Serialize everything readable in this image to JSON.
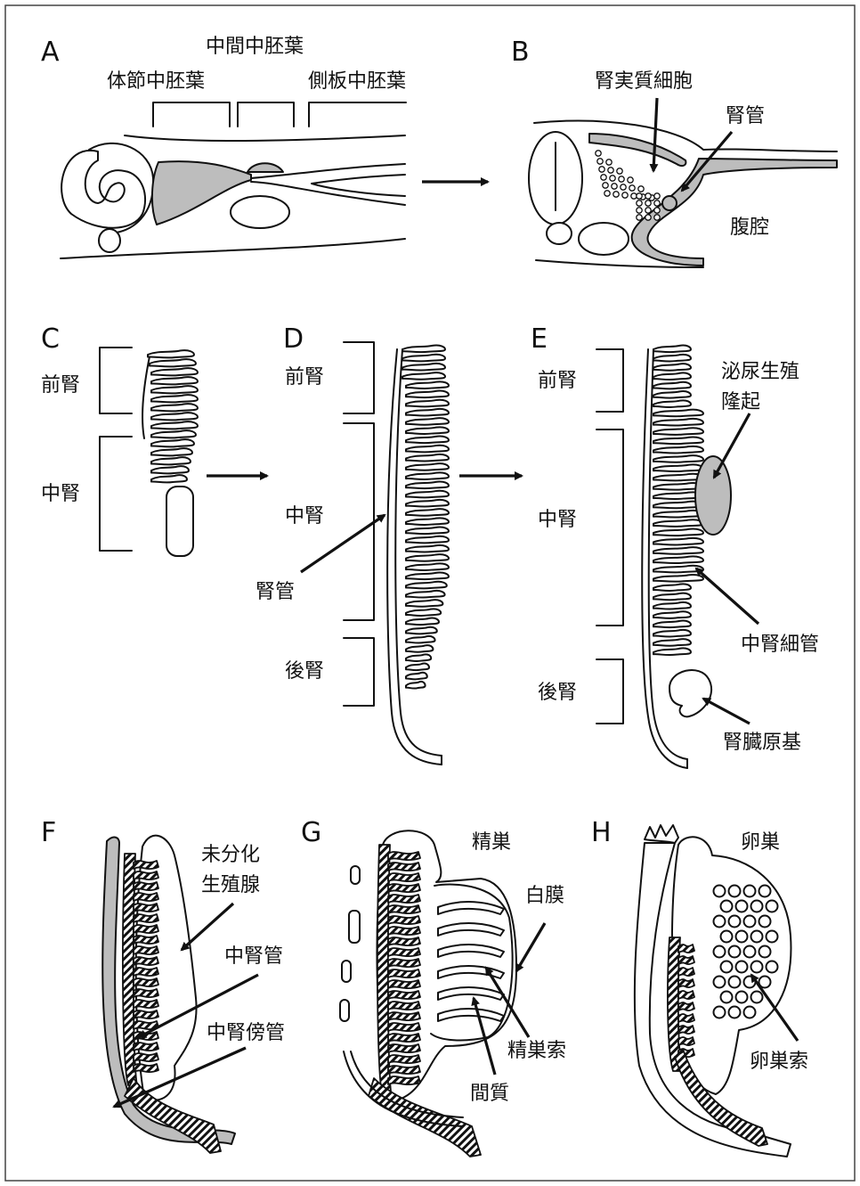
{
  "panels": {
    "A": {
      "letter": "A",
      "intermediate_mesoderm": "中間中胚葉",
      "paraxial_mesoderm": "体節中胚葉",
      "lateral_plate_mesoderm": "側板中胚葉"
    },
    "B": {
      "letter": "B",
      "nephrogenic_cells": "腎実質細胞",
      "nephric_duct": "腎管",
      "coelom": "腹腔"
    },
    "C": {
      "letter": "C",
      "pronephros": "前腎",
      "mesonephros": "中腎"
    },
    "D": {
      "letter": "D",
      "pronephros": "前腎",
      "mesonephros": "中腎",
      "nephric_duct": "腎管",
      "metanephros": "後腎"
    },
    "E": {
      "letter": "E",
      "pronephros": "前腎",
      "mesonephros": "中腎",
      "metanephros": "後腎",
      "urogenital_ridge_line1": "泌尿生殖",
      "urogenital_ridge_line2": "隆起",
      "mesonephric_tubules": "中腎細管",
      "kidney_primordium": "腎臓原基"
    },
    "F": {
      "letter": "F",
      "gonad_line1": "未分化",
      "gonad_line2": "生殖腺",
      "wolffian_duct": "中腎管",
      "mullerian_duct": "中腎傍管"
    },
    "G": {
      "letter": "G",
      "testis": "精巣",
      "tunica_albuginea": "白膜",
      "testis_cords": "精巣索",
      "interstitium": "間質"
    },
    "H": {
      "letter": "H",
      "ovary": "卵巣",
      "ovarian_cords": "卵巣索"
    }
  },
  "colors": {
    "line": "#111111",
    "shaded": "#bdbdbd",
    "background": "#ffffff"
  }
}
